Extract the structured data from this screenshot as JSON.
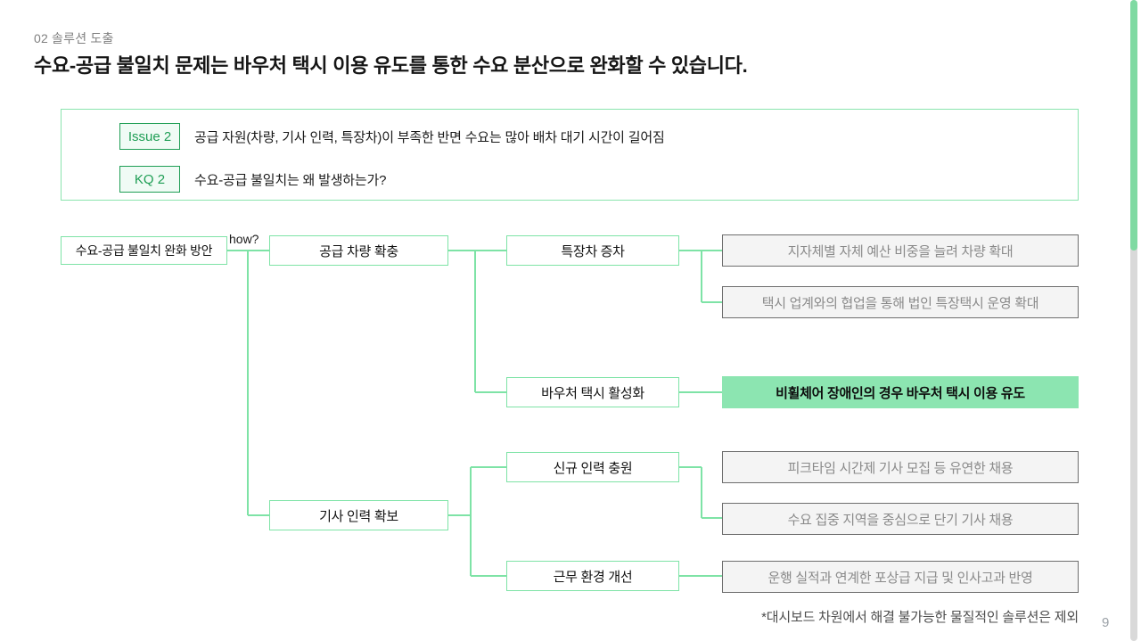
{
  "header": {
    "eyebrow": "02 솔루션 도출",
    "title": "수요-공급 불일치 문제는 바우처 택시 이용 유도를 통한 수요 분산으로 완화할 수 있습니다."
  },
  "issue_panel": {
    "rows": [
      {
        "badge": "Issue 2",
        "text": "공급 자원(차량, 기사 인력, 특장차)이 부족한 반면 수요는 많아 배차 대기 시간이 길어짐"
      },
      {
        "badge": "KQ 2",
        "text": "수요-공급 불일치는 왜 발생하는가?"
      }
    ]
  },
  "tree": {
    "root_label": "수요-공급 불일치 완화 방안",
    "how_label": "how?",
    "level1": [
      {
        "label": "공급 차량 확충"
      },
      {
        "label": "기사 인력 확보"
      }
    ],
    "level2": [
      {
        "label": "특장차 증차"
      },
      {
        "label": "바우처 택시 활성화"
      },
      {
        "label": "신규 인력 충원"
      },
      {
        "label": "근무 환경 개선"
      }
    ],
    "leaves": [
      {
        "label": "지자체별 자체 예산 비중을 늘려 차량 확대",
        "highlight": false
      },
      {
        "label": "택시 업계와의 협업을 통해 법인 특장택시 운영 확대",
        "highlight": false
      },
      {
        "label": "비휠체어 장애인의 경우 바우처 택시 이용 유도",
        "highlight": true
      },
      {
        "label": "피크타임 시간제 기사 모집 등 유연한 채용",
        "highlight": false
      },
      {
        "label": "수요 집중 지역을 중심으로 단기 기사 채용",
        "highlight": false
      },
      {
        "label": "운행 실적과 연계한 포상급 지급 및 인사고과 반영",
        "highlight": false
      }
    ]
  },
  "footer": {
    "footnote": "*대시보드 차원에서 해결 불가능한 물질적인 솔루션은 제외",
    "page_number": "9"
  },
  "colors": {
    "accent-green": "#7ee3a6",
    "panel-border": "#8ae4ae",
    "badge-green": "#1f9e55",
    "badge-bg": "#f0fbf5",
    "highlight-bg": "#8ce5b1",
    "leaf-border": "#6e6e6e",
    "leaf-bg": "#f4f4f4",
    "leaf-text": "#8a8a8a",
    "scroll-thumb": "#7fdaa2",
    "scroll-track": "#d9d9d9",
    "muted-text": "#808080",
    "title-text": "#161616"
  }
}
